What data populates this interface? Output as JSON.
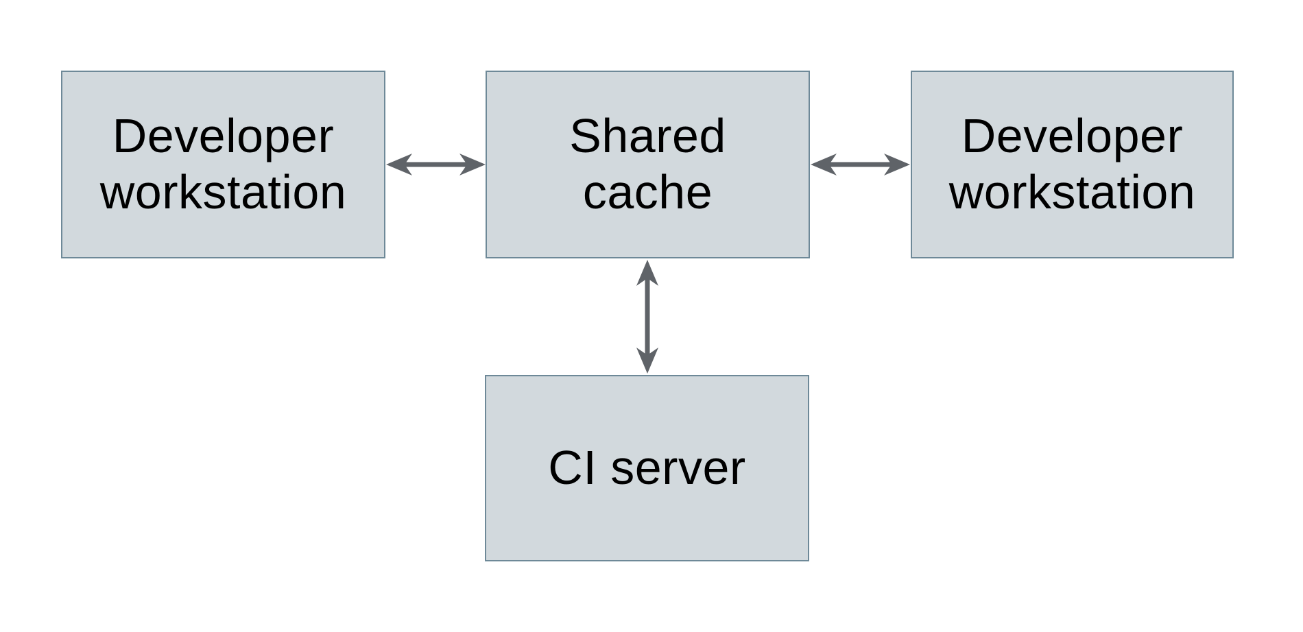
{
  "diagram": {
    "type": "architecture-diagram",
    "colors": {
      "background": "#ffffff",
      "node_fill": "#d2d9dd",
      "node_border": "#6e8998",
      "arrow_color": "#5f6368",
      "text_color": "#000000"
    },
    "nodes": [
      {
        "id": "developer-workstation-left",
        "label": "Developer\nworkstation"
      },
      {
        "id": "shared-cache",
        "label": "Shared\ncache"
      },
      {
        "id": "developer-workstation-right",
        "label": "Developer\nworkstation"
      },
      {
        "id": "ci-server",
        "label": "CI server"
      }
    ],
    "edges": [
      {
        "from": "developer-workstation-left",
        "to": "shared-cache",
        "type": "bidirectional"
      },
      {
        "from": "shared-cache",
        "to": "developer-workstation-right",
        "type": "bidirectional"
      },
      {
        "from": "shared-cache",
        "to": "ci-server",
        "type": "bidirectional"
      }
    ]
  }
}
